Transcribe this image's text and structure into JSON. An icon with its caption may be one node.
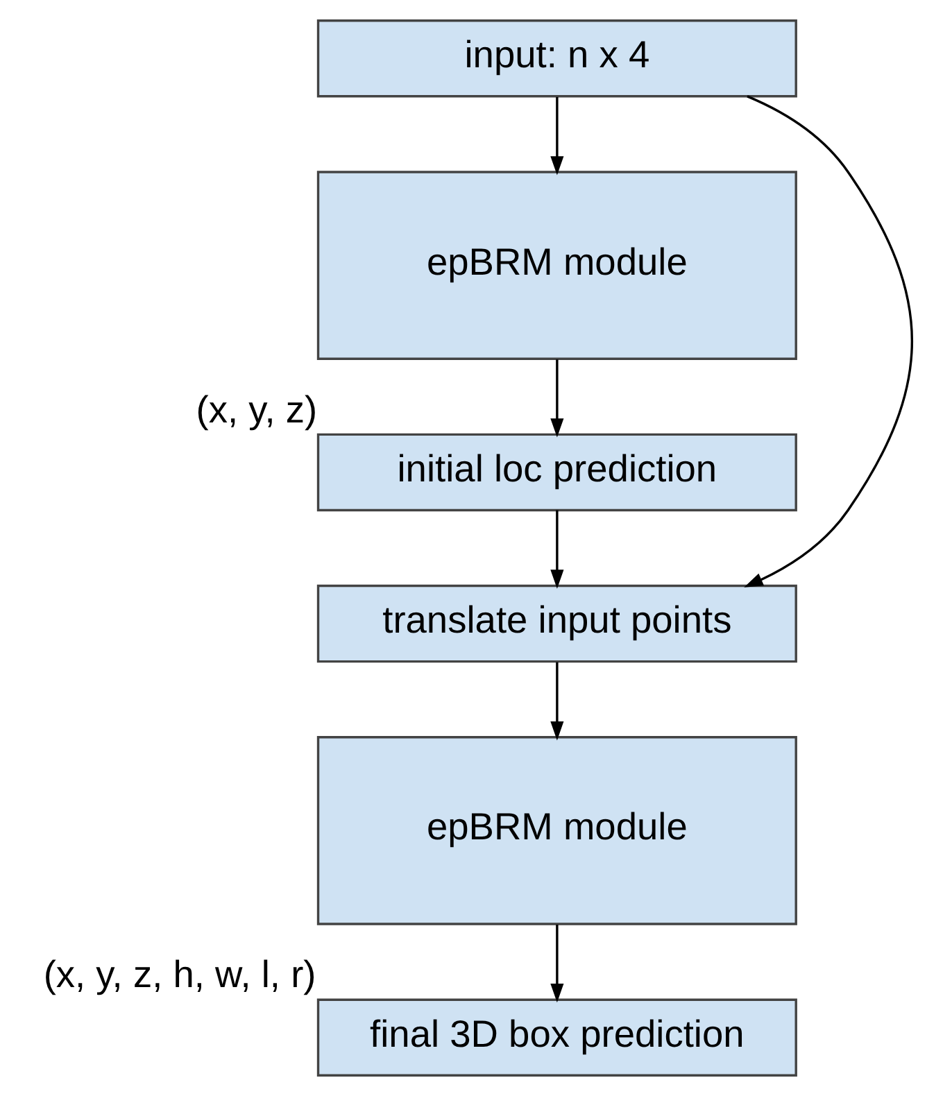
{
  "diagram": {
    "nodes": [
      {
        "text": [
          "input: n x 4"
        ]
      },
      {
        "text": [
          "epBRM module"
        ]
      },
      {
        "text": [
          "initial loc prediction"
        ],
        "beside": [
          "(x, y, z)"
        ]
      },
      {
        "text": [
          "translate input points"
        ]
      },
      {
        "text": [
          "epBRM module"
        ]
      },
      {
        "text": [
          "final 3D box prediction"
        ],
        "beside": [
          "(x, y, z, h, w, l, r)"
        ]
      }
    ],
    "edges": [
      {
        "from": 0,
        "to": 1,
        "arrow": "to"
      },
      {
        "from": 1,
        "to": 2,
        "arrow": "to"
      },
      {
        "from": 2,
        "to": 3,
        "arrow": "to"
      },
      {
        "from": 0,
        "to": 3,
        "arrow": "to"
      },
      {
        "from": 3,
        "to": 4,
        "arrow": "to"
      },
      {
        "from": 4,
        "to": 5,
        "arrow": "to"
      }
    ]
  }
}
